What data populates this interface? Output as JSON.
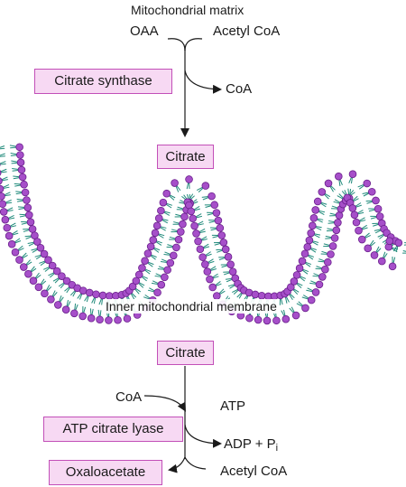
{
  "header": {
    "title": "Mitochondrial matrix"
  },
  "top": {
    "substrate_left": "OAA",
    "substrate_right": "Acetyl CoA",
    "enzyme": "Citrate synthase",
    "byproduct": "CoA",
    "product": "Citrate"
  },
  "membrane": {
    "label": "Inner mitochondrial membrane",
    "head_color": "#a64fc9",
    "head_edge_color": "#6a1f8c",
    "tail_color": "#1f8a7a"
  },
  "bottom": {
    "substrate": "Citrate",
    "cofactor_in": "CoA",
    "energy_in": "ATP",
    "enzyme": "ATP citrate lyase",
    "energy_out": "ADP + P",
    "energy_out_sub": "i",
    "product_left": "Oxaloacetate",
    "product_right": "Acetyl CoA"
  },
  "colors": {
    "box_fill": "#f7d9f3",
    "box_border": "#c24fb8",
    "arrow": "#1a1a1a"
  }
}
